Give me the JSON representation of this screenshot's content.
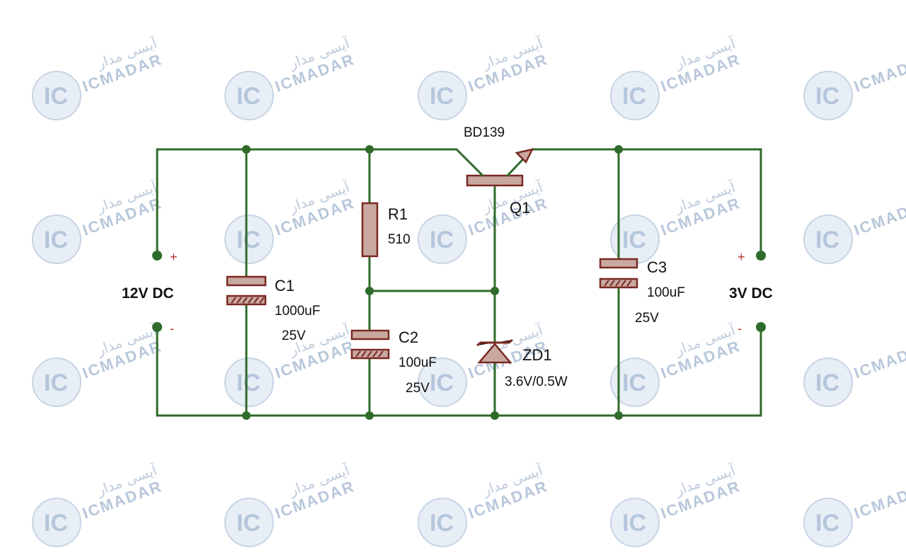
{
  "watermark": {
    "brand": "ICMADAR",
    "brand_fa": "آیسی مدار",
    "logo": "IC"
  },
  "input": {
    "label": "12V DC",
    "plus": "+",
    "minus": "-"
  },
  "output": {
    "label": "3V DC",
    "plus": "+",
    "minus": "-"
  },
  "c1": {
    "name": "C1",
    "value": "1000uF",
    "voltage": "25V"
  },
  "r1": {
    "name": "R1",
    "value": "510"
  },
  "c2": {
    "name": "C2",
    "value": "100uF",
    "voltage": "25V"
  },
  "q1": {
    "name": "Q1",
    "part": "BD139"
  },
  "zd1": {
    "name": "ZD1",
    "value": "3.6V/0.5W"
  },
  "c3": {
    "name": "C3",
    "value": "100uF",
    "voltage": "25V"
  },
  "colors": {
    "wire": "#2f6b2a",
    "component_fill": "#c9a8a2",
    "component_stroke": "#7a2a22",
    "polarity": "#b8322c"
  }
}
